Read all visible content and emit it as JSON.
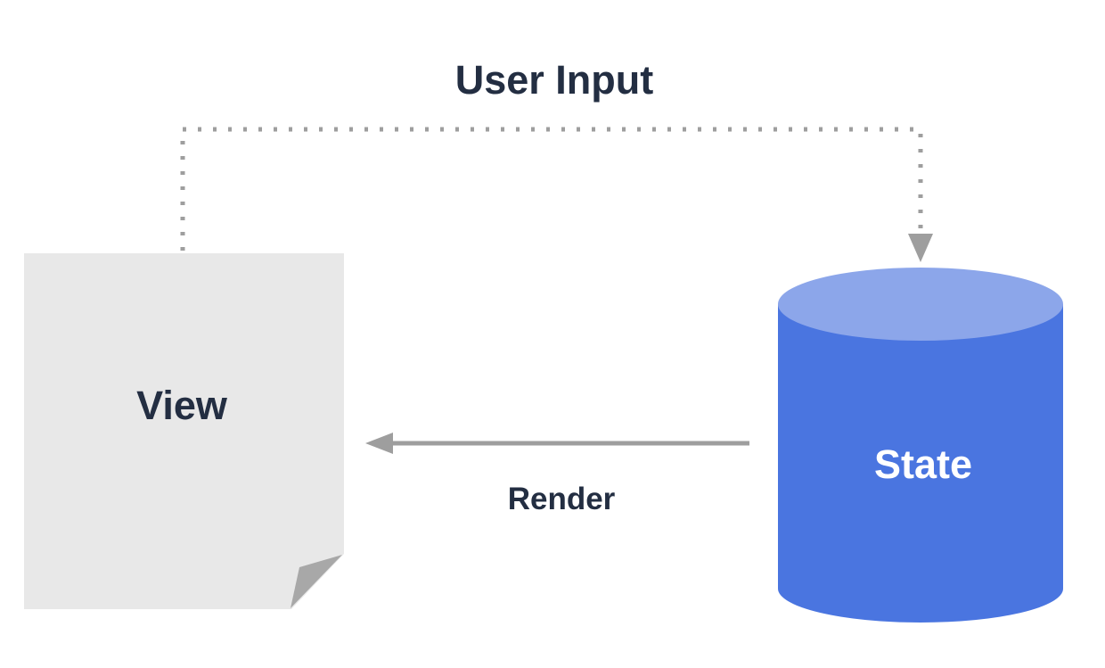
{
  "diagram": {
    "labels": {
      "user_input": "User Input",
      "view": "View",
      "render": "Render",
      "state": "State"
    },
    "colors": {
      "background": "#ffffff",
      "connector_gray": "#9e9e9e",
      "paper_fill": "#e8e8e8",
      "paper_fold": "#a8a8a8",
      "cylinder_body": "#4a75e0",
      "cylinder_top": "#8ca6ea",
      "label_dark": "#232e42",
      "label_light": "#ffffff"
    },
    "nodes": [
      {
        "id": "view",
        "label": "View",
        "shape": "document"
      },
      {
        "id": "state",
        "label": "State",
        "shape": "cylinder"
      }
    ],
    "edges": [
      {
        "from": "view",
        "to": "state",
        "label": "User Input",
        "style": "dotted"
      },
      {
        "from": "state",
        "to": "view",
        "label": "Render",
        "style": "solid"
      }
    ]
  }
}
